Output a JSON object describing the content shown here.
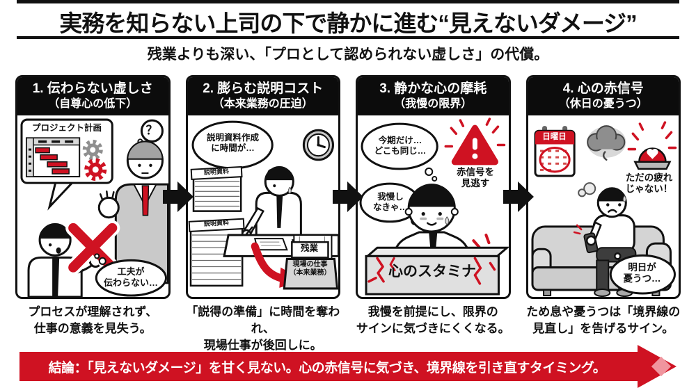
{
  "header": {
    "title": "実務を知らない上司の下で静かに進む“見えないダメージ”",
    "subtitle": "残業よりも深い、「プロとして認められない虚しさ」の代償。"
  },
  "panels": [
    {
      "title": "1. 伝わらない虚しさ",
      "subtitle": "（自尊心の低下）",
      "plan_title": "プロジェクト計画",
      "question_mark": "？",
      "speech": "工夫が\n伝わらない…",
      "caption": "プロセスが理解されず、\n仕事の意義を見失う。"
    },
    {
      "title": "2. 膨らむ説明コスト",
      "subtitle": "（本来業務の圧迫）",
      "thought": "説明資料作成\nに時間が…",
      "stack_label_top": "説明資料",
      "stack_label_bottom": "説明資料",
      "file_label": "残業",
      "box_label": "現場の仕事\n（本来業務）",
      "caption": "「説得の準備」に時間を奪われ、\n現場仕事が後回しに。"
    },
    {
      "title": "3. 静かな心の摩耗",
      "subtitle": "（我慢の限界）",
      "thought_top": "今期だけ…\nどこも同じ…",
      "thought_bottom": "我慢し\nなきゃ…",
      "warning_label": "赤信号を\n見逃す",
      "wall_label": "心のスタミナ",
      "caption": "我慢を前提にし、限界の\nサインに気づきにくくなる。"
    },
    {
      "title": "4. 心の赤信号",
      "subtitle": "（休日の憂うつ）",
      "calendar_label": "日曜日",
      "alert_label": "ただの疲れ\nじゃない！",
      "speech": "明日が\n憂うつ…",
      "caption": "ため息や憂うつは「境界線の\n見直し」を告げるサイン。"
    }
  ],
  "conclusion": {
    "text": "結論：「見えないダメージ」を甘く見ない。心の赤信号に気づき、境界線を引き直すタイミング。"
  },
  "colors": {
    "accent_red": "#cf1222",
    "ink": "#111111",
    "suit_gray": "#c9c9c9"
  }
}
